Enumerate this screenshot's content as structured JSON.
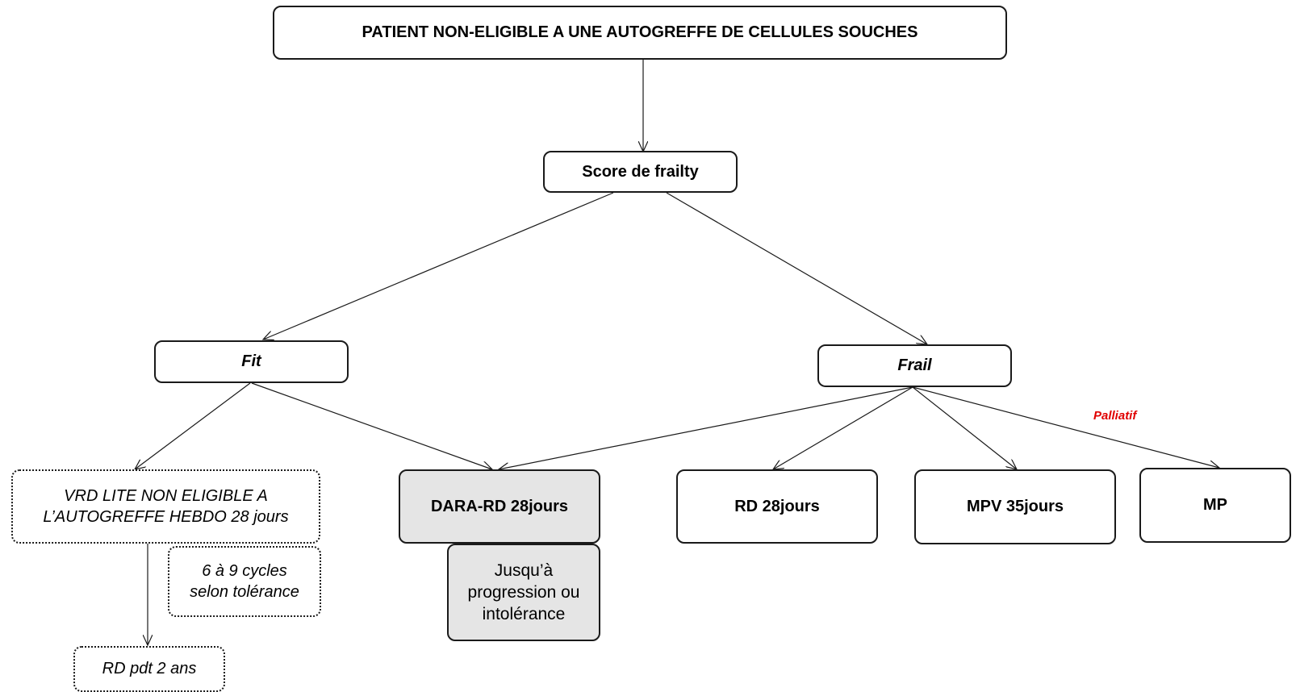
{
  "diagram": {
    "root": "PATIENT NON-ELIGIBLE A UNE AUTOGREFFE DE CELLULES SOUCHES",
    "frailty": "Score de frailty",
    "fit": "Fit",
    "frail": "Frail",
    "fit_branch": {
      "vrd": "VRD LITE NON ELIGIBLE A\nL’AUTOGREFFE HEBDO 28 jours",
      "cycles": "6 à 9 cycles\nselon tolérance",
      "rd_maintenance": "RD pdt 2 ans"
    },
    "dara": {
      "label": "DARA-RD 28jours",
      "duration": "Jusqu’à\nprogression ou\nintolérance"
    },
    "frail_branch": {
      "rd": "RD 28jours",
      "mpv": "MPV 35jours",
      "mp": "MP",
      "palliative_note": "Palliatif"
    }
  },
  "colors": {
    "line": "#1a1a1a",
    "note": "#e00000",
    "grey_fill": "#e5e5e5"
  }
}
